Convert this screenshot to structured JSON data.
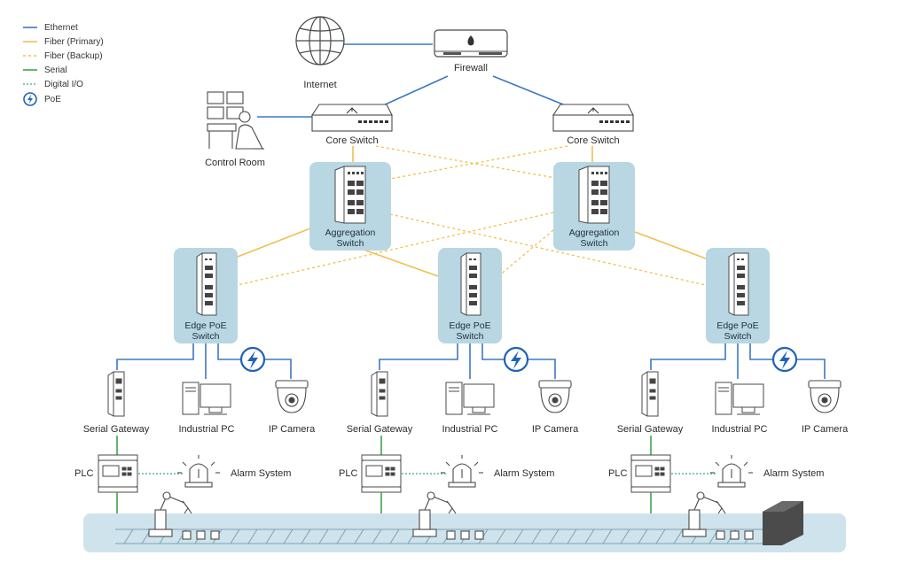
{
  "legend": {
    "ethernet": "Ethernet",
    "fiber_primary": "Fiber (Primary)",
    "fiber_backup": "Fiber (Backup)",
    "serial": "Serial",
    "digital_io": "Digital I/O",
    "poe": "PoE"
  },
  "nodes": {
    "internet": "Internet",
    "firewall": "Firewall",
    "control_room": "Control Room",
    "core_switch": "Core Switch",
    "aggregation_line1": "Aggregation",
    "aggregation_line2": "Switch",
    "edge_line1": "Edge PoE",
    "edge_line2": "Switch",
    "serial_gateway": "Serial Gateway",
    "industrial_pc": "Industrial PC",
    "ip_camera": "IP Camera",
    "plc": "PLC",
    "alarm_system": "Alarm System"
  },
  "colors": {
    "ethernet": "#3b78c3",
    "fiber": "#f2c04e",
    "serial": "#3fa34d",
    "digital_io": "#54b8a0",
    "box_fill": "#b8d7e3",
    "device_stroke": "#4a4a4a",
    "poe_badge": "#1f63b6",
    "conveyor": "#cfe3ec"
  }
}
